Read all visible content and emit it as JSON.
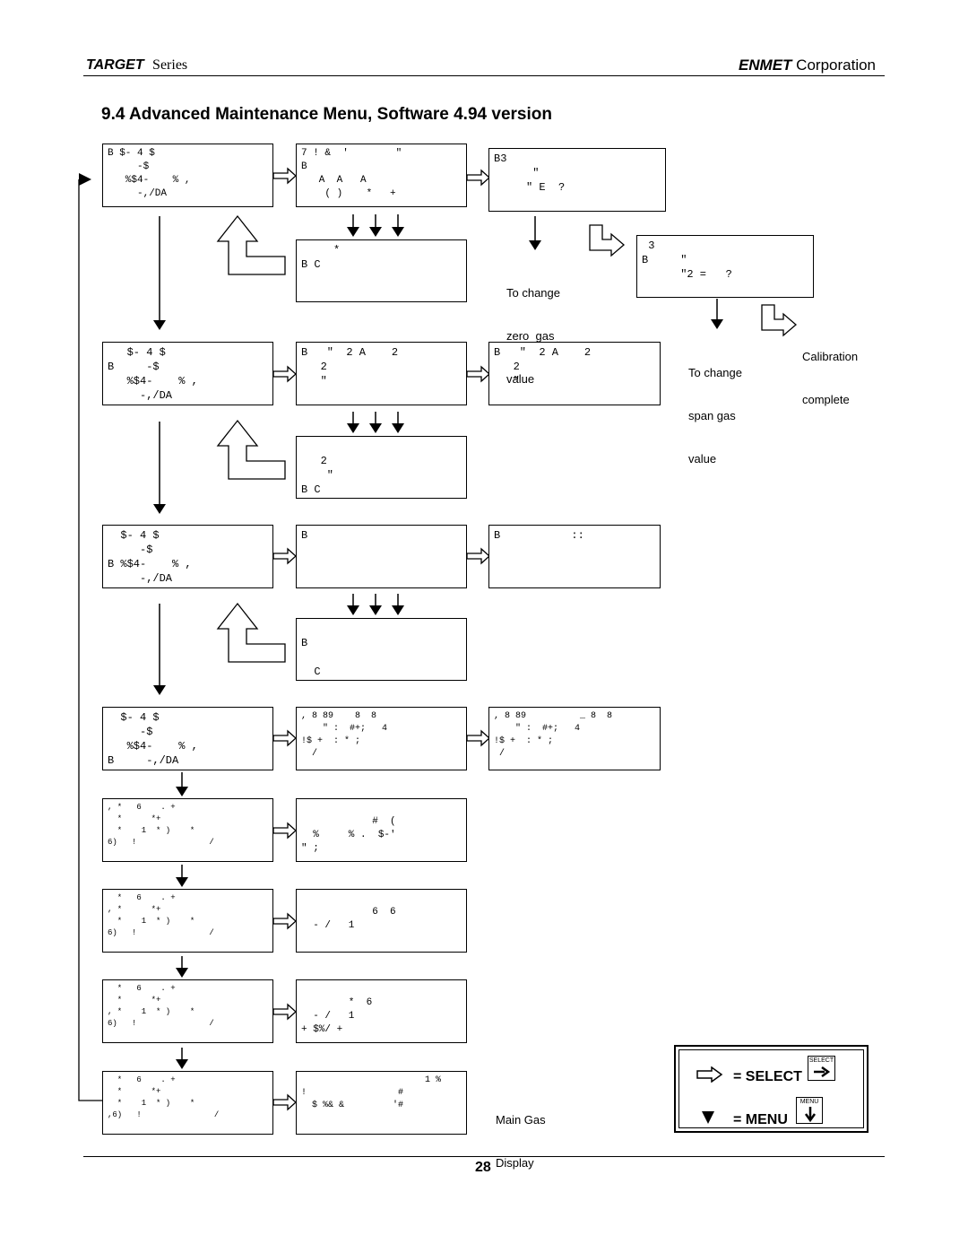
{
  "header": {
    "series_brand": "TARGET",
    "series_word": "Series",
    "corp_brand": "ENMET",
    "corp_word": "Corporation"
  },
  "title": "9.4 Advanced Maintenance Menu, Software 4.94 version",
  "page_number": "28",
  "screens": {
    "r1a": [
      "B $- 4 $",
      "     -$",
      "   %$4-    % ,",
      "     -,/DA"
    ],
    "r1b": [
      "7 ! &  '        \"",
      "B",
      "   A  A   A",
      "    ( )    *   +"
    ],
    "r1c": [
      "B3",
      "      \"",
      "     \" E  ?"
    ],
    "r1d": [
      "     *",
      "B C"
    ],
    "r1e": [
      " 3",
      "B     \"",
      "      \"2 =   ?"
    ],
    "r2a": [
      "   $- 4 $",
      "B     -$",
      "   %$4-    % ,",
      "     -,/DA"
    ],
    "r2b": [
      "B   \"  2 A    2",
      "   2",
      "   \""
    ],
    "r2c": [
      "B   \"  2 A    2",
      "   2",
      "   \""
    ],
    "r2d": [
      "",
      "   2",
      "    \"",
      "B C"
    ],
    "r3a": [
      "  $- 4 $",
      "     -$",
      "B %$4-    % ,",
      "     -,/DA"
    ],
    "r3b": [
      "B"
    ],
    "r3c": [
      "B           ::"
    ],
    "r3d": [
      "",
      "B",
      "",
      "  C"
    ],
    "r4a": [
      "  $- 4 $",
      "     -$",
      "   %$4-    % ,",
      "B     -,/DA"
    ],
    "r4b": [
      ", 8 89    8  8",
      "    \" :  #+;   4",
      "!$ +  : * ;",
      "  /"
    ],
    "r4c": [
      ", 8 89          _ 8  8",
      "    \" :  #+;   4",
      "!$ +  : * ;",
      " /"
    ],
    "r5a": [
      ", *   6    . +",
      "  *      *+",
      "  *    1  * )    *",
      "6)   !               /"
    ],
    "r5b": [
      "",
      "            #  (",
      "  %     % .  $-'",
      "\" ;"
    ],
    "r6a": [
      "  *   6    . +",
      ", *      *+",
      "  *    1  * )    *",
      "6)   !               /"
    ],
    "r6b": [
      "",
      "            6  6",
      "  - /   1"
    ],
    "r7a": [
      "  *   6    . +",
      "  *      *+",
      ", *    1  * )    *",
      "6)   !               /"
    ],
    "r7b": [
      "",
      "        *  6",
      "  - /   1",
      "+ $%/ +"
    ],
    "r8a": [
      "  *   6    . +",
      "  *      *+",
      "  *    1  * )    *",
      ",6)   !               /"
    ],
    "r8b": [
      "                       1 %",
      "!                 #",
      "  $ %& &         '#"
    ]
  },
  "labels": {
    "zero": [
      "To change",
      "zero  gas",
      "value"
    ],
    "span": [
      "To change",
      "span gas",
      "value"
    ],
    "cal": [
      "Calibration",
      "complete"
    ],
    "main": [
      "Main Gas",
      "Display"
    ]
  },
  "legend": {
    "select_label": "= SELECT",
    "menu_label": "= MENU",
    "select_key": "SELECT",
    "menu_key": "MENU"
  }
}
